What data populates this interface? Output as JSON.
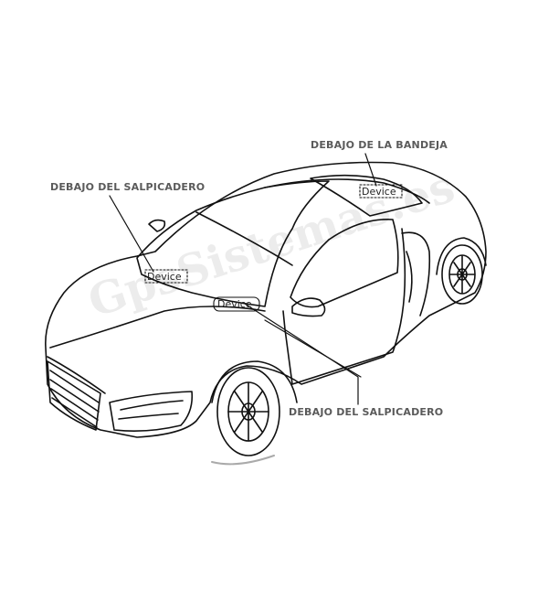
{
  "labels": {
    "rear_tray": "DEBAJO DE LA BANDEJA",
    "dashboard_top": "DEBAJO DEL SALPICADERO",
    "dashboard_bottom": "DEBAJO DEL SALPICADERO"
  },
  "devices": {
    "rear": "Device",
    "dashboard": "Device",
    "center": "Device"
  },
  "watermark": "GpsSistemas.es"
}
